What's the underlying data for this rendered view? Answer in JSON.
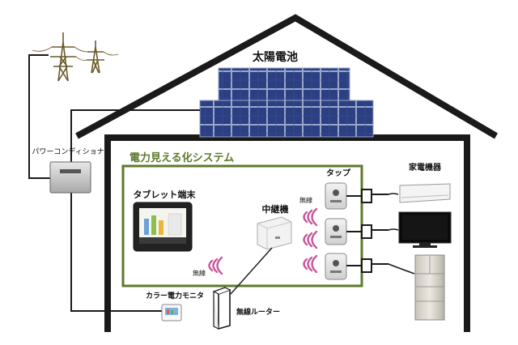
{
  "labels": {
    "solar": "太陽電池",
    "power_conditioner": "パワーコンディショナ",
    "system_title": "電力見える化システム",
    "tablet": "タブレット端末",
    "relay": "中継機",
    "tap": "タップ",
    "appliances": "家電機器",
    "wireless_1": "無線",
    "wireless_2": "無線",
    "color_monitor": "カラー電力モニタ",
    "wireless_router": "無線ルーター"
  },
  "colors": {
    "house_outline": "#1a1a1a",
    "system_frame": "#5e7a2e",
    "system_title": "#5e7a2e",
    "solar_cell": "#283a78",
    "wireless_wave": "#c8559a"
  }
}
